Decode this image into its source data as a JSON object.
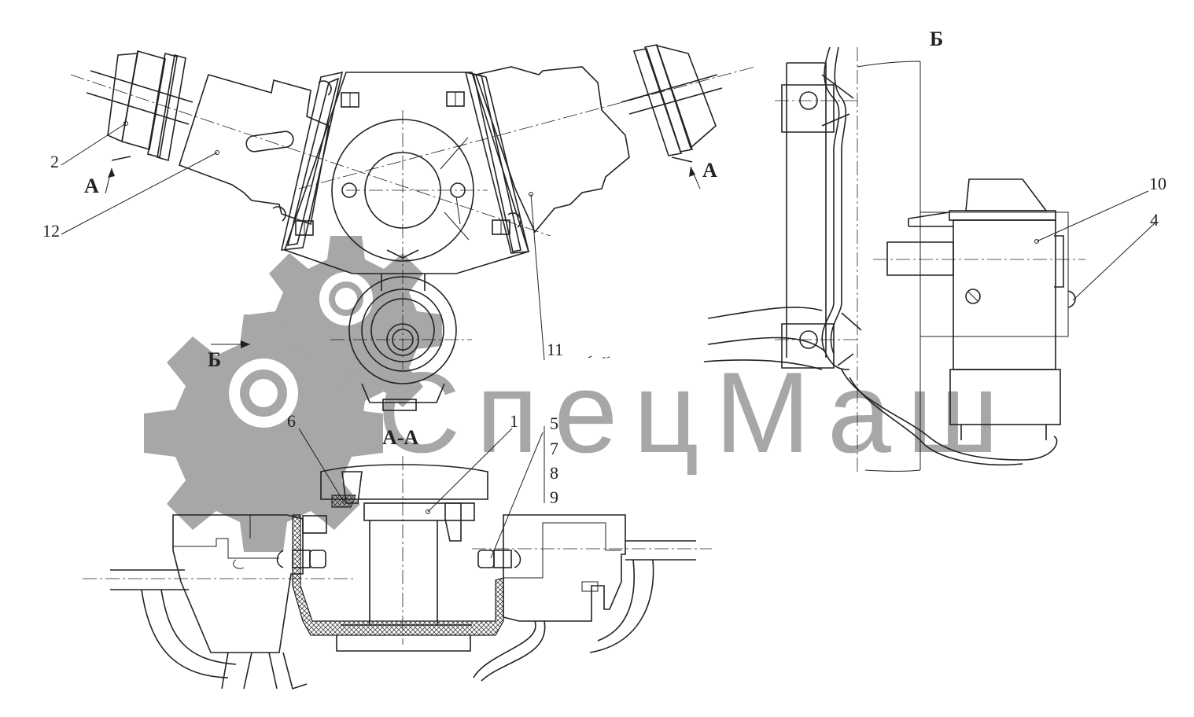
{
  "diagram": {
    "callouts": [
      "1",
      "2",
      "4",
      "5",
      "6",
      "7",
      "8",
      "9",
      "10",
      "11",
      "12"
    ],
    "view_labels": {
      "view_b_title": "Б",
      "view_b_arrow": "Б",
      "section_arrow_left": "А",
      "section_arrow_right": "А",
      "section_title": "А-А"
    }
  },
  "watermark": {
    "text": "СпецМаш",
    "color": "#a7a7a7"
  }
}
